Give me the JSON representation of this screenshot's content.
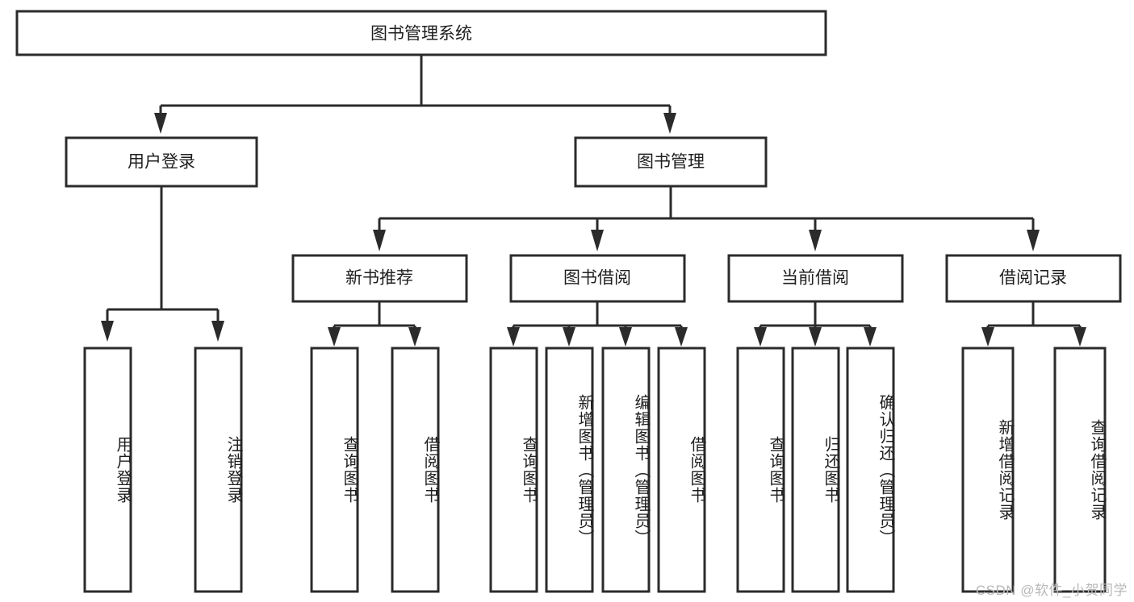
{
  "diagram": {
    "title": "图书管理系统",
    "type": "tree-hierarchy-chart",
    "accent_color": "#2b2b2b",
    "background_color": "#ffffff",
    "root": {
      "label": "图书管理系统"
    },
    "level1": [
      {
        "label": "用户登录"
      },
      {
        "label": "图书管理"
      }
    ],
    "level2": [
      {
        "label": "新书推荐"
      },
      {
        "label": "图书借阅"
      },
      {
        "label": "当前借阅"
      },
      {
        "label": "借阅记录"
      }
    ],
    "leaves": {
      "user_login": [
        {
          "label": "用户登录"
        },
        {
          "label": "注销登录"
        }
      ],
      "new_book_recommend": [
        {
          "label": "查询图书"
        },
        {
          "label": "借阅图书"
        }
      ],
      "book_borrow": [
        {
          "label": "查询图书"
        },
        {
          "label": "新增图书（管理员）"
        },
        {
          "label": "编辑图书（管理员）"
        },
        {
          "label": "借阅图书"
        }
      ],
      "current_borrow": [
        {
          "label": "查询图书"
        },
        {
          "label": "归还图书"
        },
        {
          "label": "确认归还（管理员）"
        }
      ],
      "borrow_record": [
        {
          "label": "新增借阅记录"
        },
        {
          "label": "查询借阅记录"
        }
      ]
    }
  },
  "watermark": {
    "text": "CSDN @软件_小贺同学"
  }
}
